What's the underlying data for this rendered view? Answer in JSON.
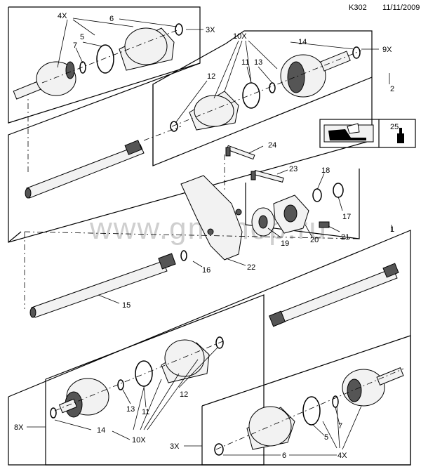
{
  "header": {
    "code": "K302",
    "date": "11/11/2009"
  },
  "watermark": "www.gmshop.ru",
  "icon_callout": "25",
  "labels": {
    "n1": "1",
    "n2": "2",
    "n5": "5",
    "n6": "6",
    "n7": "7",
    "n11": "11",
    "n12": "12",
    "n13": "13",
    "n14": "14",
    "n15": "15",
    "n16": "16",
    "n17": "17",
    "n18": "18",
    "n19": "19",
    "n20": "20",
    "n21": "21",
    "n22": "22",
    "n23": "23",
    "n24": "24",
    "x3": "3X",
    "x4": "4X",
    "x8": "8X",
    "x9": "9X",
    "x10": "10X"
  }
}
